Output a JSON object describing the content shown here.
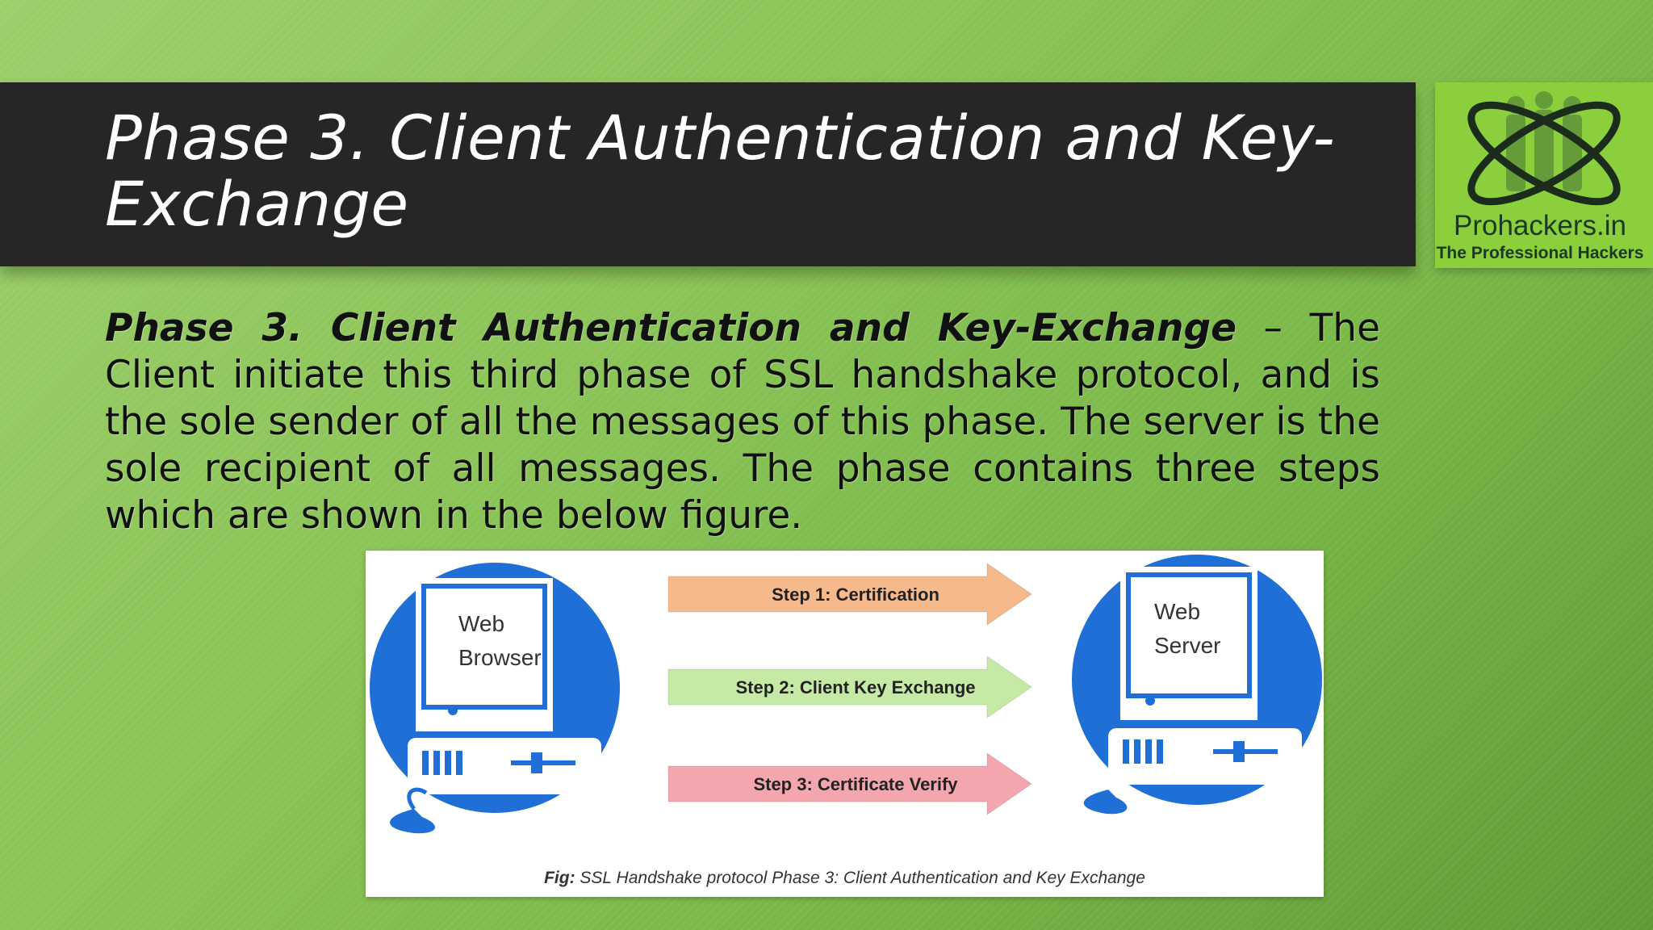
{
  "slide": {
    "title": "Phase 3. Client Authentication and Key-Exchange",
    "body_lead": "Phase 3. Client Authentication and Key-Exchange",
    "body_rest": " – The Client initiate this third phase of SSL handshake protocol, and is the sole sender of all the messages of this phase. The server is the sole recipient of all messages. The phase contains three steps which are shown in the below figure."
  },
  "logo": {
    "name": "Prohackers.in",
    "tagline": "The Professional Hackers"
  },
  "figure": {
    "client": {
      "line1": "Web",
      "line2": "Browser"
    },
    "server": {
      "line1": "Web",
      "line2": "Server"
    },
    "steps": [
      {
        "label": "Step 1: Certification",
        "color": "#f6b98b"
      },
      {
        "label": "Step 2: Client Key Exchange",
        "color": "#c6eaa6"
      },
      {
        "label": "Step 3: Certificate Verify",
        "color": "#f3a6ad"
      }
    ],
    "caption_prefix": "Fig:",
    "caption_middle": " SSL Handshake protocol Phase 3: ",
    "caption_bold": "Client Authentication and Key Exchange"
  },
  "colors": {
    "title_bar": "#262626",
    "computer_blue": "#1f6fd6",
    "logo_bg": "#8ccf3c"
  }
}
